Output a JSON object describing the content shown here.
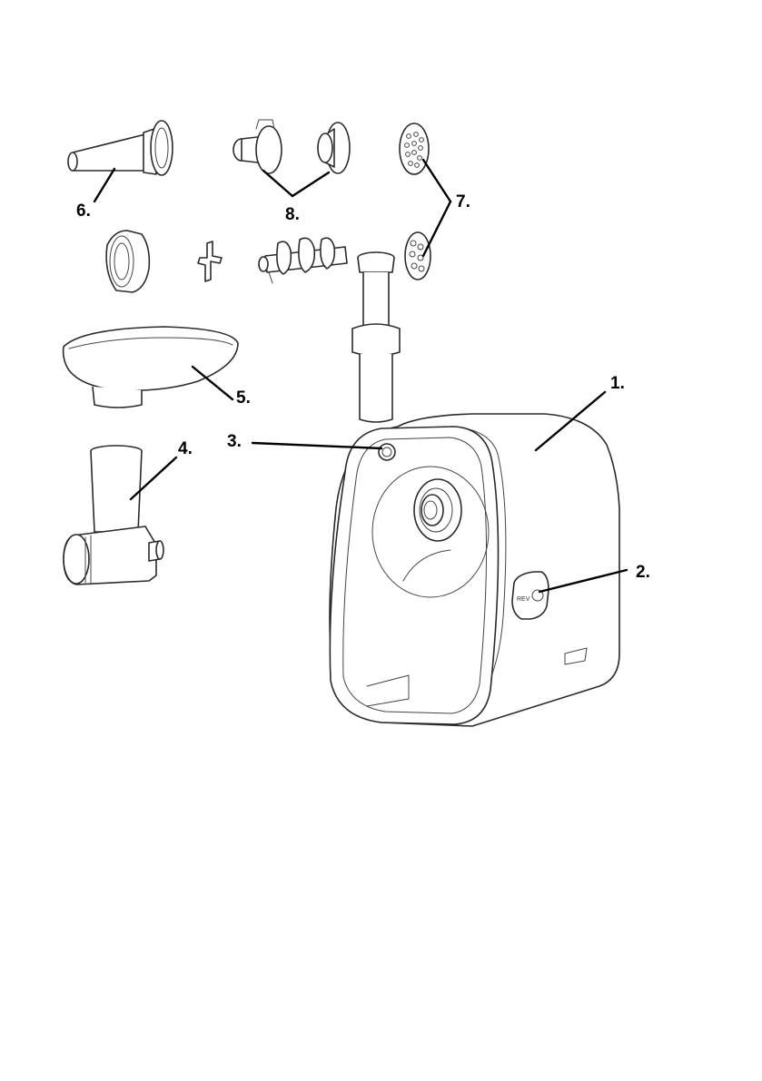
{
  "callouts": {
    "c1": "1.",
    "c2": "2.",
    "c3": "3.",
    "c4": "4.",
    "c5": "5.",
    "c6": "6.",
    "c7": "7.",
    "c8": "8."
  }
}
